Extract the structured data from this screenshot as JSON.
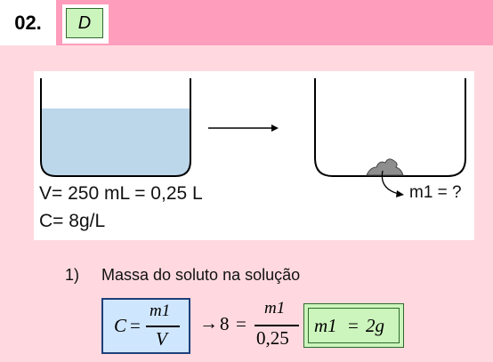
{
  "header": {
    "question_number": "02.",
    "answer": "D"
  },
  "figure": {
    "left_label_volume": "V= 250 mL = 0,25 L",
    "left_label_concentration": "C= 8g/L",
    "right_label_mass": "m1 = ?",
    "water_color": "#bcd6ea"
  },
  "step": {
    "number": "1)",
    "title": "Massa do soluto na solução"
  },
  "formula": {
    "lhs": "C",
    "equals": "=",
    "numerator": "m1",
    "denominator": "V",
    "arrow": "→",
    "value_c": "8",
    "numerator2": "m1",
    "denominator2": "0,25",
    "result_lhs": "m1",
    "result_rhs": "2g"
  }
}
